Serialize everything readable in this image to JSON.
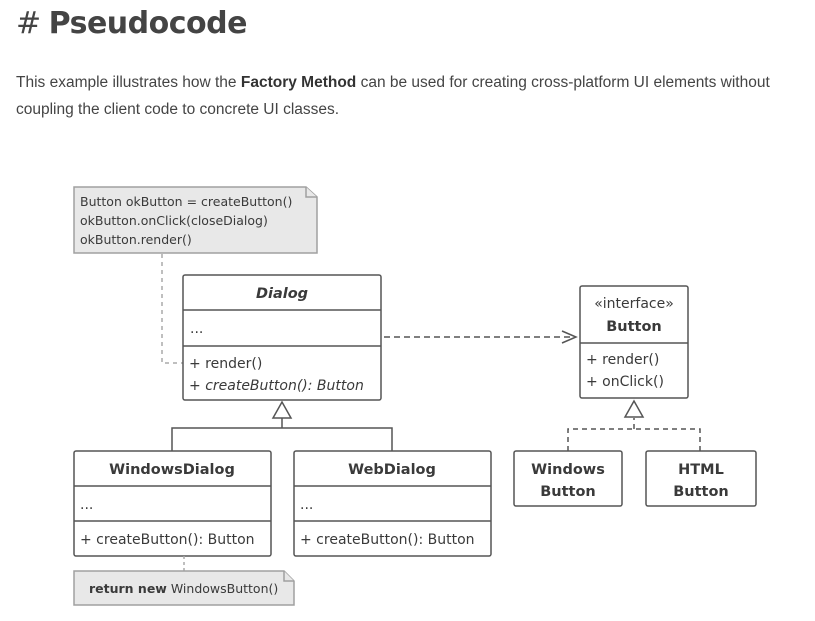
{
  "heading": {
    "hash": "#",
    "title": "Pseudocode"
  },
  "intro": {
    "before": "This example illustrates how the ",
    "highlight": "Factory Method",
    "after": " can be used for creating cross-platform UI elements without coupling the client code to concrete UI classes."
  },
  "diagram": {
    "note_top": [
      "Button okButton = createButton()",
      "okButton.onClick(closeDialog)",
      "okButton.render()"
    ],
    "dialog": {
      "name": "Dialog",
      "fields": "...",
      "methods": [
        "+ render()",
        "+ ",
        "createButton(): Button"
      ]
    },
    "button_interface": {
      "stereotype": "«interface»",
      "name": "Button",
      "methods": [
        "+ render()",
        "+ onClick()"
      ]
    },
    "windows_dialog": {
      "name": "WindowsDialog",
      "fields": "...",
      "method": "+ createButton(): Button"
    },
    "web_dialog": {
      "name": "WebDialog",
      "fields": "...",
      "method": "+ createButton(): Button"
    },
    "windows_button": {
      "name_lines": [
        "Windows",
        "Button"
      ]
    },
    "html_button": {
      "name_lines": [
        "HTML",
        "Button"
      ]
    },
    "note_bottom": {
      "keyword": "return new",
      "rest": " WindowsButton()"
    }
  }
}
